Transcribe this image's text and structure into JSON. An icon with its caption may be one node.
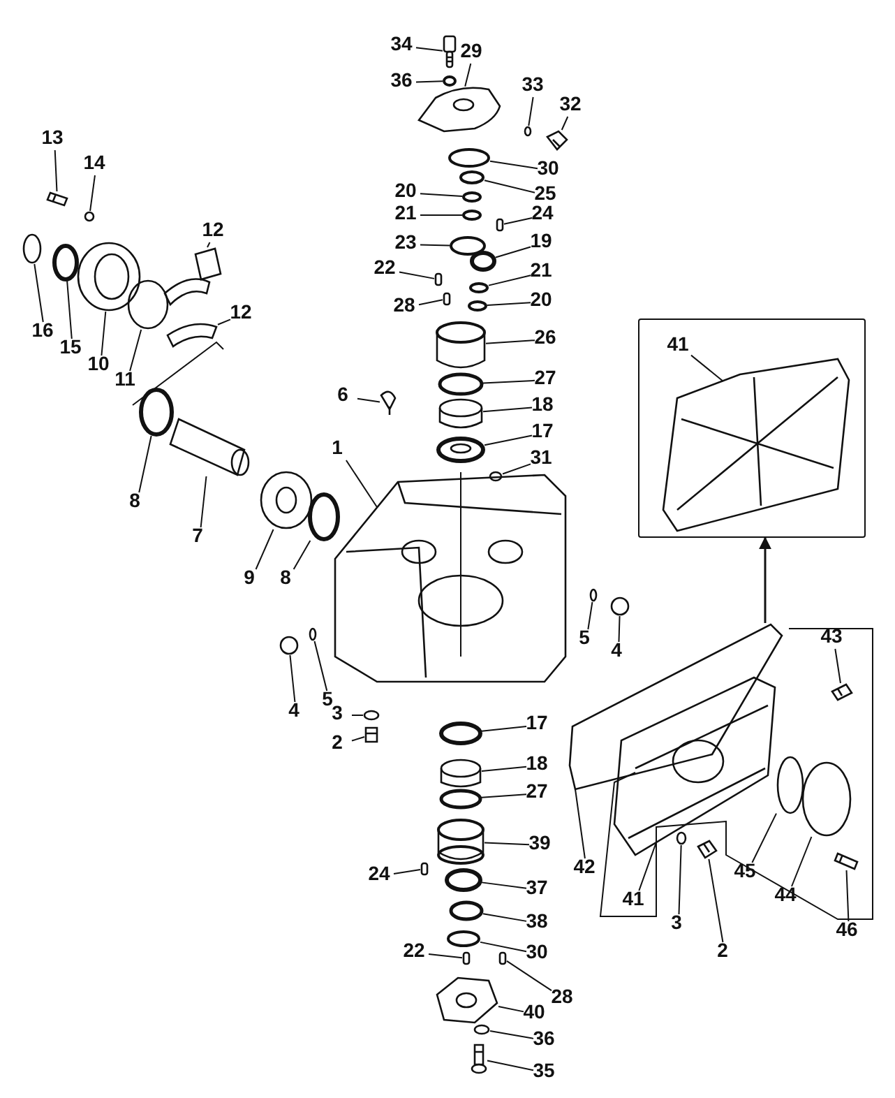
{
  "diagram": {
    "nodes": [
      {
        "text": [
          "34"
        ]
      },
      {
        "text": [
          "36"
        ]
      },
      {
        "text": [
          "29"
        ]
      },
      {
        "text": [
          "33"
        ]
      },
      {
        "text": [
          "32"
        ]
      },
      {
        "text": [
          "30"
        ]
      },
      {
        "text": [
          "25"
        ]
      },
      {
        "text": [
          "20"
        ]
      },
      {
        "text": [
          "21"
        ]
      },
      {
        "text": [
          "24"
        ]
      },
      {
        "text": [
          "23"
        ]
      },
      {
        "text": [
          "19"
        ]
      },
      {
        "text": [
          "22"
        ]
      },
      {
        "text": [
          "21"
        ]
      },
      {
        "text": [
          "20"
        ]
      },
      {
        "text": [
          "28"
        ]
      },
      {
        "text": [
          "26"
        ]
      },
      {
        "text": [
          "27"
        ]
      },
      {
        "text": [
          "18"
        ]
      },
      {
        "text": [
          "17"
        ]
      },
      {
        "text": [
          "31"
        ]
      },
      {
        "text": [
          "13"
        ]
      },
      {
        "text": [
          "14"
        ]
      },
      {
        "text": [
          "12"
        ]
      },
      {
        "text": [
          "12"
        ]
      },
      {
        "text": [
          "16"
        ]
      },
      {
        "text": [
          "15"
        ]
      },
      {
        "text": [
          "10"
        ]
      },
      {
        "text": [
          "11"
        ]
      },
      {
        "text": [
          "8"
        ]
      },
      {
        "text": [
          "7"
        ]
      },
      {
        "text": [
          "9"
        ]
      },
      {
        "text": [
          "8"
        ]
      },
      {
        "text": [
          "6"
        ]
      },
      {
        "text": [
          "1"
        ]
      },
      {
        "text": [
          "4"
        ]
      },
      {
        "text": [
          "5"
        ]
      },
      {
        "text": [
          "3"
        ]
      },
      {
        "text": [
          "2"
        ]
      },
      {
        "text": [
          "5"
        ]
      },
      {
        "text": [
          "4"
        ]
      },
      {
        "text": [
          "17"
        ]
      },
      {
        "text": [
          "18"
        ]
      },
      {
        "text": [
          "27"
        ]
      },
      {
        "text": [
          "39"
        ]
      },
      {
        "text": [
          "24"
        ]
      },
      {
        "text": [
          "37"
        ]
      },
      {
        "text": [
          "38"
        ]
      },
      {
        "text": [
          "30"
        ]
      },
      {
        "text": [
          "22"
        ]
      },
      {
        "text": [
          "28"
        ]
      },
      {
        "text": [
          "40"
        ]
      },
      {
        "text": [
          "36"
        ]
      },
      {
        "text": [
          "35"
        ]
      },
      {
        "text": [
          "41"
        ],
        "in": 126
      },
      {
        "text": [
          "43"
        ]
      },
      {
        "text": [
          "42"
        ]
      },
      {
        "text": [
          "41"
        ]
      },
      {
        "text": [
          "3"
        ]
      },
      {
        "text": [
          "2"
        ]
      },
      {
        "text": [
          "45"
        ]
      },
      {
        "text": [
          "44"
        ]
      },
      {
        "text": [
          "46"
        ]
      },
      {
        "text": [],
        "shape": "box"
      },
      {
        "text": [],
        "shape": "circle"
      },
      {
        "text": [],
        "shape": "picture"
      },
      {
        "text": [],
        "shape": "circle"
      },
      {
        "text": [],
        "shape": "picture"
      },
      {
        "text": [],
        "shape": "circle"
      },
      {
        "text": [],
        "shape": "circle"
      },
      {
        "text": [],
        "shape": "circle"
      },
      {
        "text": [],
        "shape": "circle"
      },
      {
        "text": [],
        "shape": "box"
      },
      {
        "text": [],
        "shape": "circle"
      },
      {
        "text": [],
        "shape": "circle"
      },
      {
        "text": [],
        "shape": "box"
      },
      {
        "text": [],
        "shape": "circle"
      },
      {
        "text": [],
        "shape": "circle"
      },
      {
        "text": [],
        "shape": "box"
      },
      {
        "text": [],
        "shape": "picture"
      },
      {
        "text": [],
        "shape": "circle"
      },
      {
        "text": [],
        "shape": "cylinder"
      },
      {
        "text": [],
        "shape": "picture"
      },
      {
        "text": [],
        "shape": "circle"
      },
      {
        "text": [],
        "shape": "picture"
      },
      {
        "text": [],
        "shape": "circle"
      },
      {
        "text": [],
        "shape": "picture"
      },
      {
        "text": [],
        "shape": "picture"
      },
      {
        "text": [],
        "shape": "circle"
      },
      {
        "text": [],
        "shape": "circle"
      },
      {
        "text": [],
        "shape": "picture"
      },
      {
        "text": [],
        "shape": "circle"
      },
      {
        "text": [],
        "shape": "circle"
      },
      {
        "text": [],
        "shape": "picture"
      },
      {
        "text": [],
        "shape": "picture"
      },
      {
        "text": [],
        "shape": "circle"
      },
      {
        "text": [],
        "shape": "picture"
      },
      {
        "text": [],
        "shape": "picture"
      },
      {
        "text": [],
        "shape": "circle"
      },
      {
        "text": [],
        "shape": "circle"
      },
      {
        "text": [],
        "shape": "circle"
      },
      {
        "text": [],
        "shape": "picture"
      },
      {
        "text": [],
        "shape": "circle"
      },
      {
        "text": [],
        "shape": "circle"
      },
      {
        "text": [],
        "shape": "circle"
      },
      {
        "text": [],
        "shape": "cylinder"
      },
      {
        "text": [],
        "shape": "circle"
      },
      {
        "text": [],
        "shape": "picture"
      },
      {
        "text": [],
        "shape": "box"
      },
      {
        "text": [],
        "shape": "circle"
      },
      {
        "text": [],
        "shape": "circle"
      },
      {
        "text": [],
        "shape": "circle"
      },
      {
        "text": [],
        "shape": "box"
      },
      {
        "text": [],
        "shape": "box"
      },
      {
        "text": [],
        "shape": "picture"
      },
      {
        "text": [],
        "shape": "circle"
      },
      {
        "text": [],
        "shape": "picture"
      },
      {
        "text": [],
        "shape": "picture",
        "in": 126
      },
      {
        "text": [],
        "shape": "picture"
      },
      {
        "text": [],
        "shape": "picture"
      },
      {
        "text": [],
        "shape": "picture"
      },
      {
        "text": [],
        "shape": "circle"
      },
      {
        "text": [],
        "shape": "picture"
      },
      {
        "text": [],
        "shape": "circle"
      },
      {
        "text": [],
        "shape": "circle"
      },
      {
        "text": [],
        "shape": "picture"
      },
      {
        "text": [],
        "shape": "box"
      }
    ],
    "edges": [
      {
        "from": 0,
        "to": 63,
        "arrow": "none"
      },
      {
        "from": 1,
        "to": 64,
        "arrow": "none"
      },
      {
        "from": 2,
        "to": 65,
        "arrow": "none"
      },
      {
        "from": 3,
        "to": 66,
        "arrow": "none"
      },
      {
        "from": 4,
        "to": 67,
        "arrow": "none"
      },
      {
        "from": 5,
        "to": 68,
        "arrow": "none"
      },
      {
        "from": 6,
        "to": 69,
        "arrow": "none"
      },
      {
        "from": 7,
        "to": 70,
        "arrow": "none"
      },
      {
        "from": 8,
        "to": 71,
        "arrow": "none"
      },
      {
        "from": 9,
        "to": 72,
        "arrow": "none"
      },
      {
        "from": 10,
        "to": 73,
        "arrow": "none"
      },
      {
        "from": 11,
        "to": 74,
        "arrow": "none"
      },
      {
        "from": 12,
        "to": 75,
        "arrow": "none"
      },
      {
        "from": 13,
        "to": 76,
        "arrow": "none"
      },
      {
        "from": 14,
        "to": 77,
        "arrow": "none"
      },
      {
        "from": 15,
        "to": 78,
        "arrow": "none"
      },
      {
        "from": 16,
        "to": 79,
        "arrow": "none"
      },
      {
        "from": 17,
        "to": 80,
        "arrow": "none"
      },
      {
        "from": 18,
        "to": 81,
        "arrow": "none"
      },
      {
        "from": 19,
        "to": 82,
        "arrow": "none"
      },
      {
        "from": 20,
        "to": 83,
        "arrow": "none"
      },
      {
        "from": 21,
        "to": 84,
        "arrow": "none"
      },
      {
        "from": 22,
        "to": 85,
        "arrow": "none"
      },
      {
        "from": 23,
        "to": 86,
        "arrow": "none"
      },
      {
        "from": 24,
        "to": 87,
        "arrow": "none"
      },
      {
        "from": 25,
        "to": 88,
        "arrow": "none"
      },
      {
        "from": 26,
        "to": 89,
        "arrow": "none"
      },
      {
        "from": 27,
        "to": 90,
        "arrow": "none"
      },
      {
        "from": 28,
        "to": 91,
        "arrow": "none"
      },
      {
        "from": 29,
        "to": 92,
        "arrow": "none"
      },
      {
        "from": 30,
        "to": 93,
        "arrow": "none"
      },
      {
        "from": 31,
        "to": 94,
        "arrow": "none"
      },
      {
        "from": 32,
        "to": 95,
        "arrow": "none"
      },
      {
        "from": 33,
        "to": 96,
        "arrow": "none"
      },
      {
        "from": 34,
        "to": 97,
        "arrow": "none"
      },
      {
        "from": 35,
        "to": 98,
        "arrow": "none"
      },
      {
        "from": 36,
        "to": 99,
        "arrow": "none"
      },
      {
        "from": 37,
        "to": 100,
        "arrow": "none"
      },
      {
        "from": 38,
        "to": 101,
        "arrow": "none"
      },
      {
        "from": 39,
        "to": 102,
        "arrow": "none"
      },
      {
        "from": 40,
        "to": 103,
        "arrow": "none"
      },
      {
        "from": 41,
        "to": 104,
        "arrow": "none"
      },
      {
        "from": 42,
        "to": 105,
        "arrow": "none"
      },
      {
        "from": 43,
        "to": 106,
        "arrow": "none"
      },
      {
        "from": 44,
        "to": 107,
        "arrow": "none"
      },
      {
        "from": 45,
        "to": 108,
        "arrow": "none"
      },
      {
        "from": 46,
        "to": 109,
        "arrow": "none"
      },
      {
        "from": 47,
        "to": 110,
        "arrow": "none"
      },
      {
        "from": 48,
        "to": 111,
        "arrow": "none"
      },
      {
        "from": 49,
        "to": 112,
        "arrow": "none"
      },
      {
        "from": 50,
        "to": 113,
        "arrow": "none"
      },
      {
        "from": 51,
        "to": 114,
        "arrow": "none"
      },
      {
        "from": 52,
        "to": 115,
        "arrow": "none"
      },
      {
        "from": 53,
        "to": 116,
        "arrow": "none"
      },
      {
        "from": 54,
        "to": 117,
        "arrow": "none"
      },
      {
        "from": 55,
        "to": 118,
        "arrow": "none"
      },
      {
        "from": 56,
        "to": 119,
        "arrow": "none"
      },
      {
        "from": 57,
        "to": 120,
        "arrow": "none"
      },
      {
        "from": 58,
        "to": 121,
        "arrow": "none"
      },
      {
        "from": 59,
        "to": 122,
        "arrow": "none"
      },
      {
        "from": 60,
        "to": 123,
        "arrow": "none"
      },
      {
        "from": 61,
        "to": 124,
        "arrow": "none"
      },
      {
        "from": 62,
        "to": 125,
        "arrow": "none"
      },
      {
        "from": 119,
        "to": 126,
        "arrow": "to"
      }
    ]
  }
}
